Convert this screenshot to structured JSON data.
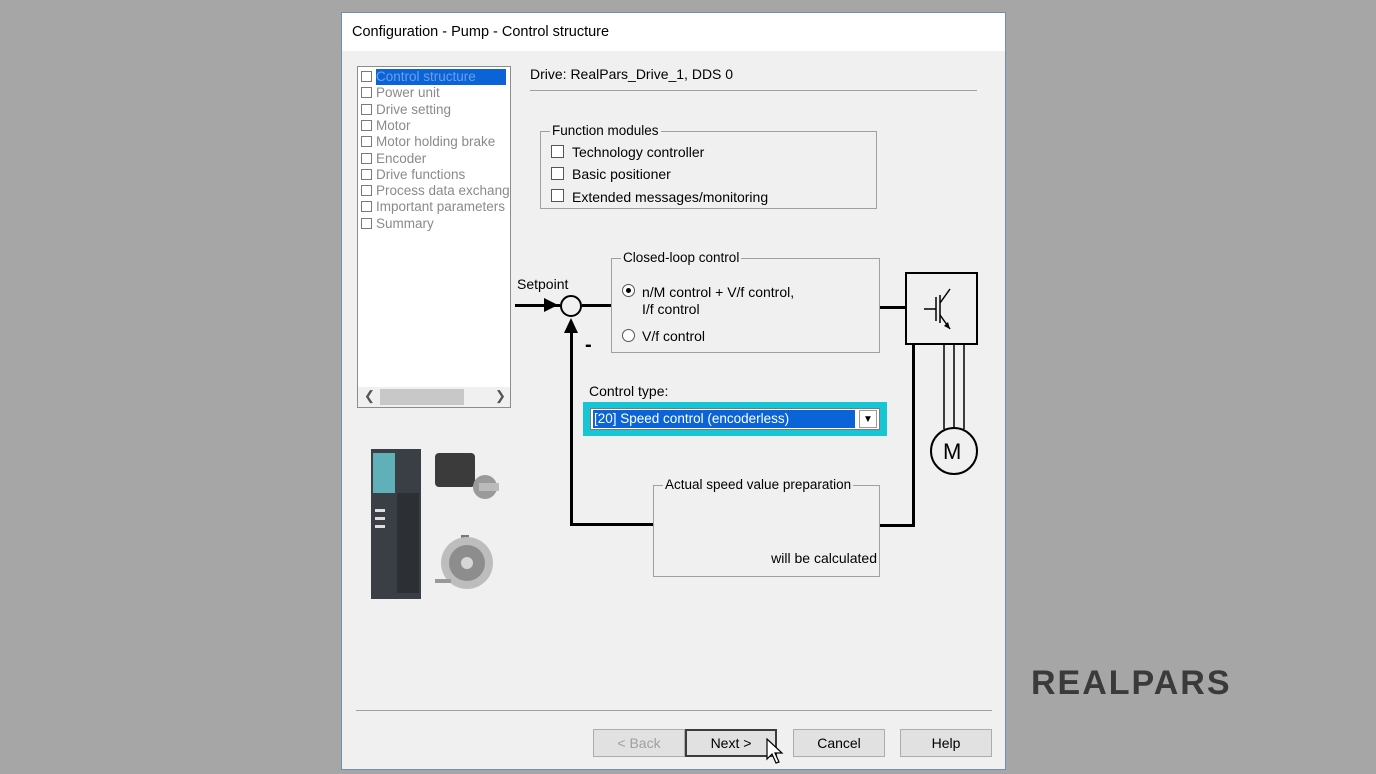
{
  "window": {
    "title": "Configuration - Pump - Control structure"
  },
  "nav_tree": {
    "items": [
      {
        "label": "Control structure",
        "selected": true
      },
      {
        "label": "Power unit"
      },
      {
        "label": "Drive setting"
      },
      {
        "label": "Motor"
      },
      {
        "label": "Motor holding brake"
      },
      {
        "label": "Encoder"
      },
      {
        "label": "Drive functions"
      },
      {
        "label": "Process data exchang"
      },
      {
        "label": "Important parameters"
      },
      {
        "label": "Summary"
      }
    ]
  },
  "header": {
    "drive": "Drive: RealPars_Drive_1, DDS 0"
  },
  "function_modules": {
    "title": "Function modules",
    "options": [
      "Technology controller",
      "Basic positioner",
      "Extended messages/monitoring"
    ]
  },
  "diagram": {
    "setpoint": "Setpoint",
    "minus": "-",
    "motor": "M"
  },
  "closed_loop": {
    "title": "Closed-loop control",
    "option1_line1": "n/M control + V/f control,",
    "option1_line2": "I/f control",
    "option2": "V/f control",
    "selected": "option1"
  },
  "control_type": {
    "label": "Control type:",
    "value": "[20] Speed control (encoderless)",
    "highlight_color": "#18c5d4"
  },
  "actual_speed": {
    "title": "Actual speed value preparation",
    "note": "will be calculated"
  },
  "buttons": {
    "back": "< Back",
    "next": "Next >",
    "cancel": "Cancel",
    "help": "Help"
  },
  "brand": {
    "logo": "REALPARS"
  }
}
